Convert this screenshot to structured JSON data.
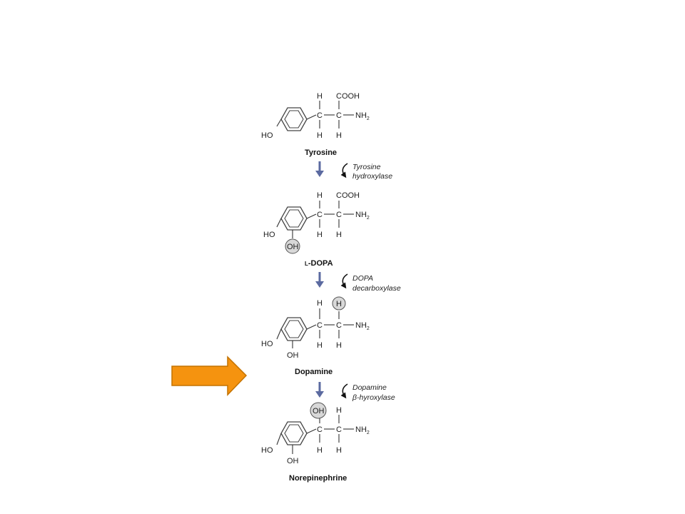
{
  "molecules": {
    "tyrosine": {
      "name": "Tyrosine",
      "ring_oh": "HO",
      "top_h": "H",
      "cooh": "COOH",
      "carbon_a": "C",
      "carbon_b": "C",
      "amine": "NH",
      "amine_sub": "2",
      "bottom_h_a": "H",
      "bottom_h_b": "H"
    },
    "ldopa": {
      "name_prefix": "L",
      "name_rest": "-DOPA",
      "ring_oh": "HO",
      "added_oh": "OH",
      "top_h": "H",
      "cooh": "COOH",
      "carbon_a": "C",
      "carbon_b": "C",
      "amine": "NH",
      "amine_sub": "2",
      "bottom_h_a": "H",
      "bottom_h_b": "H"
    },
    "dopamine": {
      "name": "Dopamine",
      "ring_oh": "HO",
      "ring_oh2": "OH",
      "top_h": "H",
      "replaced_h": "H",
      "carbon_a": "C",
      "carbon_b": "C",
      "amine": "NH",
      "amine_sub": "2",
      "bottom_h_a": "H",
      "bottom_h_b": "H"
    },
    "norepinephrine": {
      "name": "Norepinephrine",
      "ring_oh": "HO",
      "ring_oh2": "OH",
      "added_oh": "OH",
      "top_h": "H",
      "carbon_a": "C",
      "carbon_b": "C",
      "amine": "NH",
      "amine_sub": "2",
      "bottom_h_a": "H",
      "bottom_h_b": "H"
    }
  },
  "enzymes": {
    "step1": {
      "line1": "Tyrosine",
      "line2": "hydroxylase"
    },
    "step2": {
      "line1": "DOPA",
      "line2": "decarboxylase"
    },
    "step3": {
      "line1": "Dopamine",
      "line2": "β-hyroxylase"
    }
  },
  "colors": {
    "pointer_arrow_fill": "#f5930f",
    "pointer_arrow_stroke": "#c47300",
    "step_arrow": "#5b6aa0"
  },
  "pointer_arrow_target": "Dopamine"
}
